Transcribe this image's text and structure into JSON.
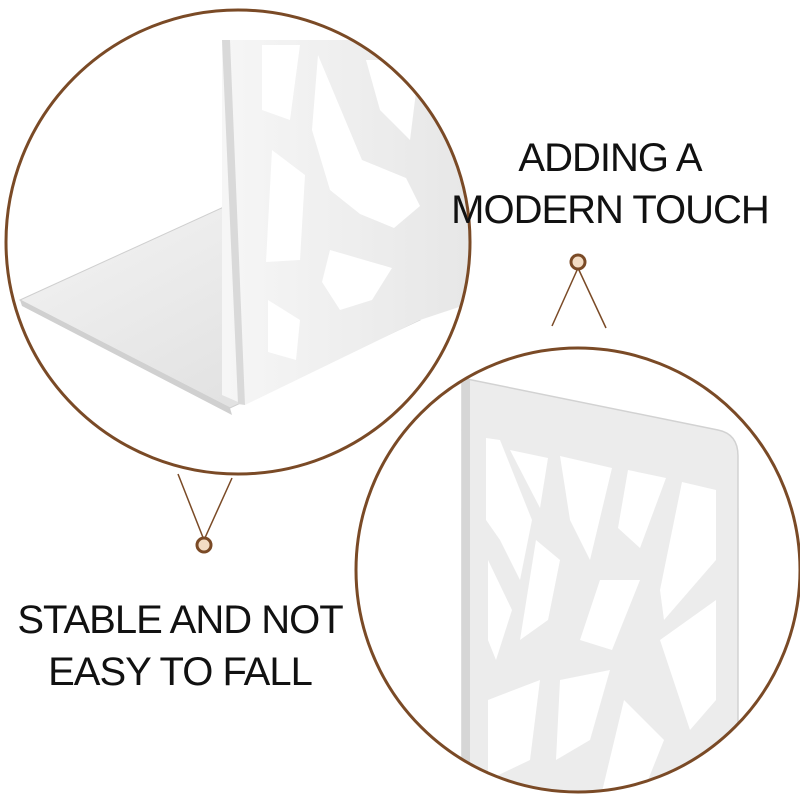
{
  "captions": {
    "top": {
      "line1": "ADDING A",
      "line2": "MODERN TOUCH"
    },
    "bottom": {
      "line1": "STABLE AND NOT",
      "line2": "EASY TO FALL"
    }
  },
  "colors": {
    "ring": "#7a4a26",
    "connector_dot_fill": "#f3dcc4",
    "background": "#ffffff",
    "metal_light": "#ededed",
    "metal_shadow": "#c9c9c9",
    "text": "#111111"
  },
  "icons": {
    "top_connector": "connector-dot-icon",
    "bottom_connector": "connector-dot-icon"
  }
}
